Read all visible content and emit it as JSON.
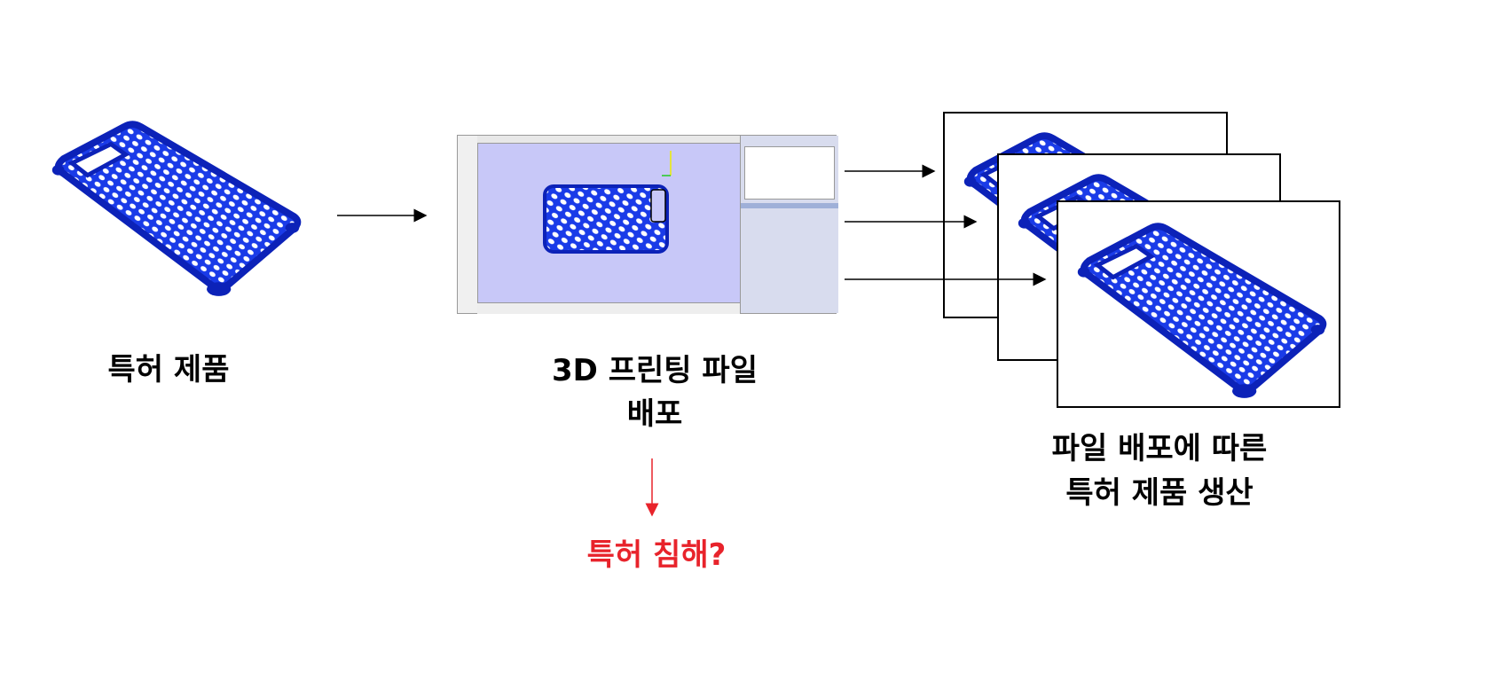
{
  "labels": {
    "patent_product": "특허 제품",
    "file_distribution_line1": "3D 프린팅 파일",
    "file_distribution_line2": "배포",
    "infringement": "특허 침해?",
    "production_line1": "파일 배포에 따른",
    "production_line2": "특허 제품 생산"
  },
  "colors": {
    "case_blue": "#1133dd",
    "infringement_red": "#e8232b",
    "viewport_bg": "#c8c8f8"
  }
}
